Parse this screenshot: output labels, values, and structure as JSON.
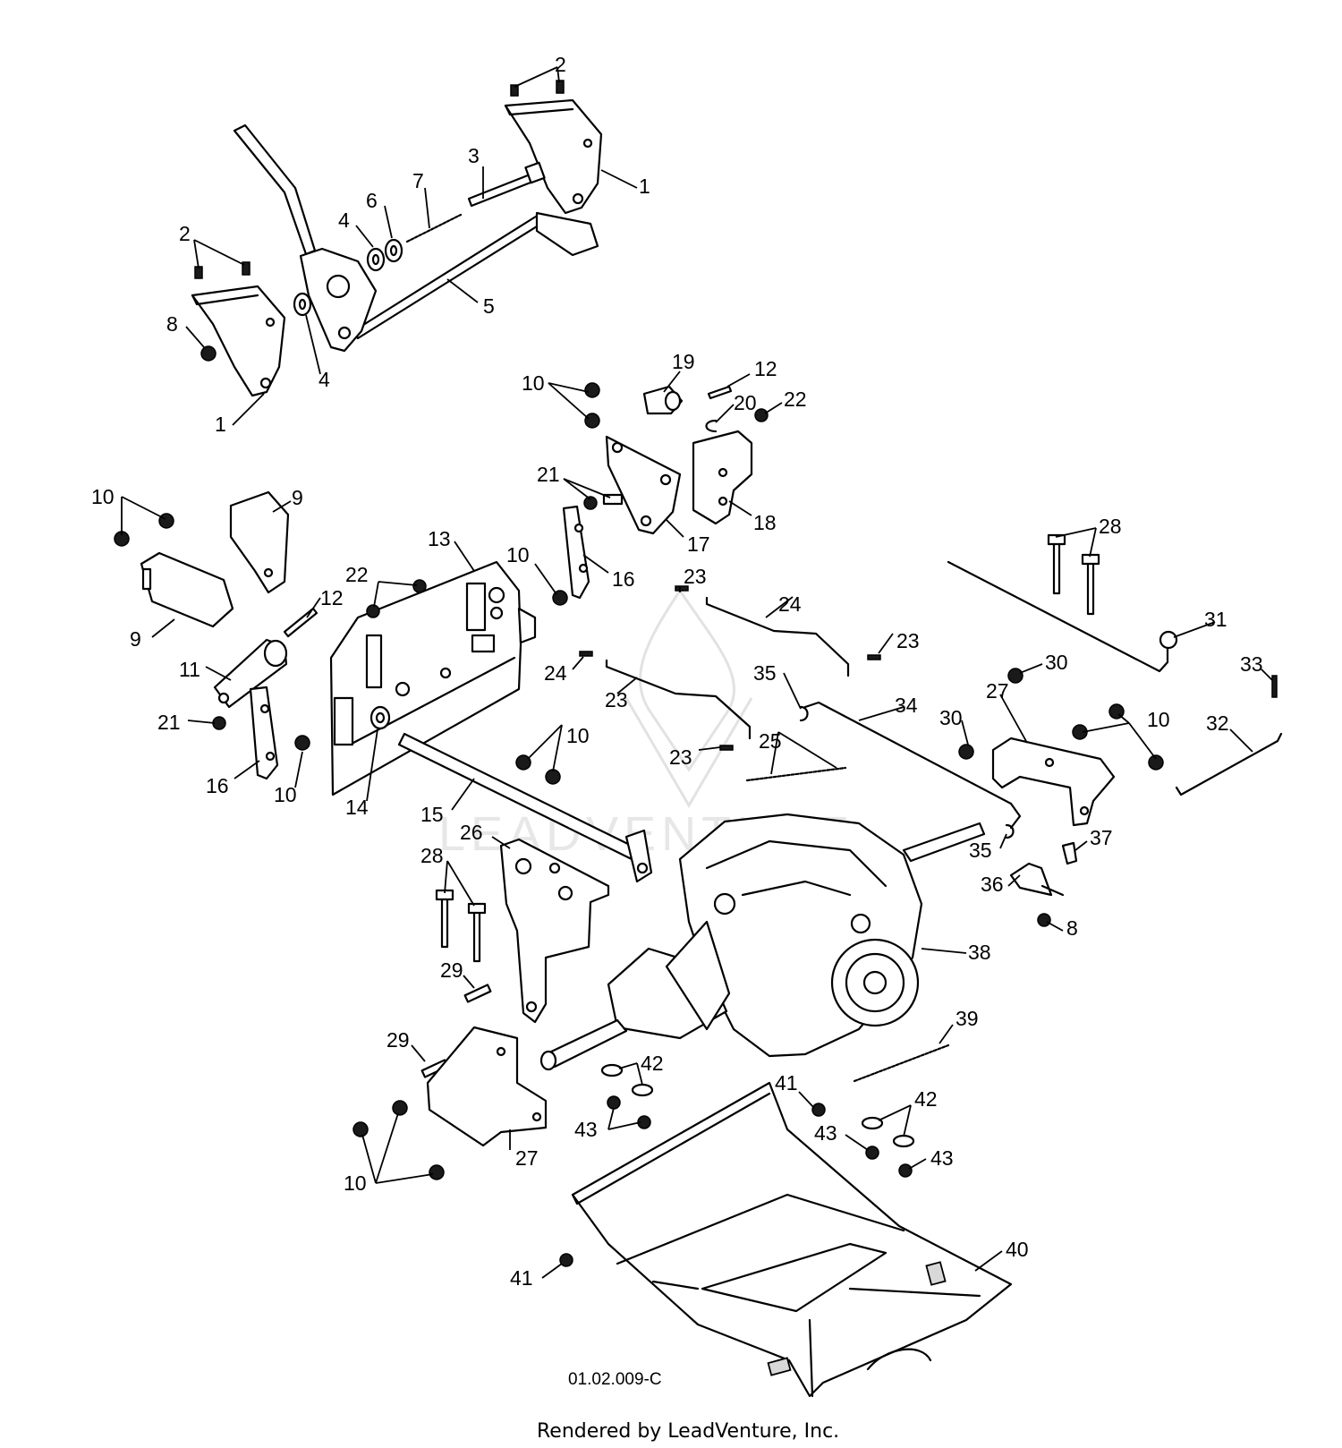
{
  "diagram": {
    "drawing_code": "01.02.009-C",
    "rendered_by": "Rendered by LeadVenture, Inc.",
    "watermark": "LEADVENTURE",
    "callouts": [
      {
        "id": "c-2a",
        "label": "2"
      },
      {
        "id": "c-1a",
        "label": "1"
      },
      {
        "id": "c-3",
        "label": "3"
      },
      {
        "id": "c-7",
        "label": "7"
      },
      {
        "id": "c-6",
        "label": "6"
      },
      {
        "id": "c-4a",
        "label": "4"
      },
      {
        "id": "c-2b",
        "label": "2"
      },
      {
        "id": "c-5",
        "label": "5"
      },
      {
        "id": "c-8a",
        "label": "8"
      },
      {
        "id": "c-4b",
        "label": "4"
      },
      {
        "id": "c-1b",
        "label": "1"
      },
      {
        "id": "c-19",
        "label": "19"
      },
      {
        "id": "c-12a",
        "label": "12"
      },
      {
        "id": "c-10a",
        "label": "10"
      },
      {
        "id": "c-20",
        "label": "20"
      },
      {
        "id": "c-22a",
        "label": "22"
      },
      {
        "id": "c-21a",
        "label": "21"
      },
      {
        "id": "c-17",
        "label": "17"
      },
      {
        "id": "c-18",
        "label": "18"
      },
      {
        "id": "c-10b",
        "label": "10"
      },
      {
        "id": "c-9a",
        "label": "9"
      },
      {
        "id": "c-13",
        "label": "13"
      },
      {
        "id": "c-22b",
        "label": "22"
      },
      {
        "id": "c-10c",
        "label": "10"
      },
      {
        "id": "c-16a",
        "label": "16"
      },
      {
        "id": "c-12b",
        "label": "12"
      },
      {
        "id": "c-9b",
        "label": "9"
      },
      {
        "id": "c-11",
        "label": "11"
      },
      {
        "id": "c-21b",
        "label": "21"
      },
      {
        "id": "c-16b",
        "label": "16"
      },
      {
        "id": "c-10d",
        "label": "10"
      },
      {
        "id": "c-14",
        "label": "14"
      },
      {
        "id": "c-15",
        "label": "15"
      },
      {
        "id": "c-23a",
        "label": "23"
      },
      {
        "id": "c-24a",
        "label": "24"
      },
      {
        "id": "c-23b",
        "label": "23"
      },
      {
        "id": "c-24b",
        "label": "24"
      },
      {
        "id": "c-23c",
        "label": "23"
      },
      {
        "id": "c-10e",
        "label": "10"
      },
      {
        "id": "c-23d",
        "label": "23"
      },
      {
        "id": "c-25",
        "label": "25"
      },
      {
        "id": "c-35a",
        "label": "35"
      },
      {
        "id": "c-34",
        "label": "34"
      },
      {
        "id": "c-28a",
        "label": "28"
      },
      {
        "id": "c-31",
        "label": "31"
      },
      {
        "id": "c-30a",
        "label": "30"
      },
      {
        "id": "c-33",
        "label": "33"
      },
      {
        "id": "c-27a",
        "label": "27"
      },
      {
        "id": "c-30b",
        "label": "30"
      },
      {
        "id": "c-10f",
        "label": "10"
      },
      {
        "id": "c-32",
        "label": "32"
      },
      {
        "id": "c-35b",
        "label": "35"
      },
      {
        "id": "c-37",
        "label": "37"
      },
      {
        "id": "c-36",
        "label": "36"
      },
      {
        "id": "c-8b",
        "label": "8"
      },
      {
        "id": "c-26",
        "label": "26"
      },
      {
        "id": "c-28b",
        "label": "28"
      },
      {
        "id": "c-29a",
        "label": "29"
      },
      {
        "id": "c-38",
        "label": "38"
      },
      {
        "id": "c-39",
        "label": "39"
      },
      {
        "id": "c-29b",
        "label": "29"
      },
      {
        "id": "c-42a",
        "label": "42"
      },
      {
        "id": "c-41a",
        "label": "41"
      },
      {
        "id": "c-42b",
        "label": "42"
      },
      {
        "id": "c-43a",
        "label": "43"
      },
      {
        "id": "c-43b",
        "label": "43"
      },
      {
        "id": "c-43c",
        "label": "43"
      },
      {
        "id": "c-27b",
        "label": "27"
      },
      {
        "id": "c-10g",
        "label": "10"
      },
      {
        "id": "c-40",
        "label": "40"
      },
      {
        "id": "c-41b",
        "label": "41"
      }
    ]
  }
}
